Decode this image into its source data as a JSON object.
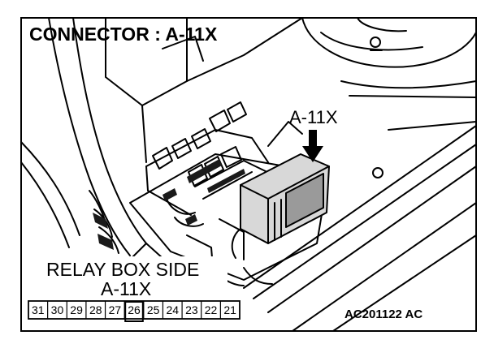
{
  "title": "CONNECTOR : A-11X",
  "callout_label": "A-11X",
  "relay_box": {
    "side_label": "RELAY BOX SIDE",
    "connector_label": "A-11X",
    "pins": [
      "31",
      "30",
      "29",
      "28",
      "27",
      "26",
      "25",
      "24",
      "23",
      "22",
      "21"
    ],
    "highlighted_pin": "26"
  },
  "figure_code": "AC201122 AC",
  "colors": {
    "ink": "#000000",
    "paper": "#ffffff",
    "shade": "#1a1a1a"
  }
}
